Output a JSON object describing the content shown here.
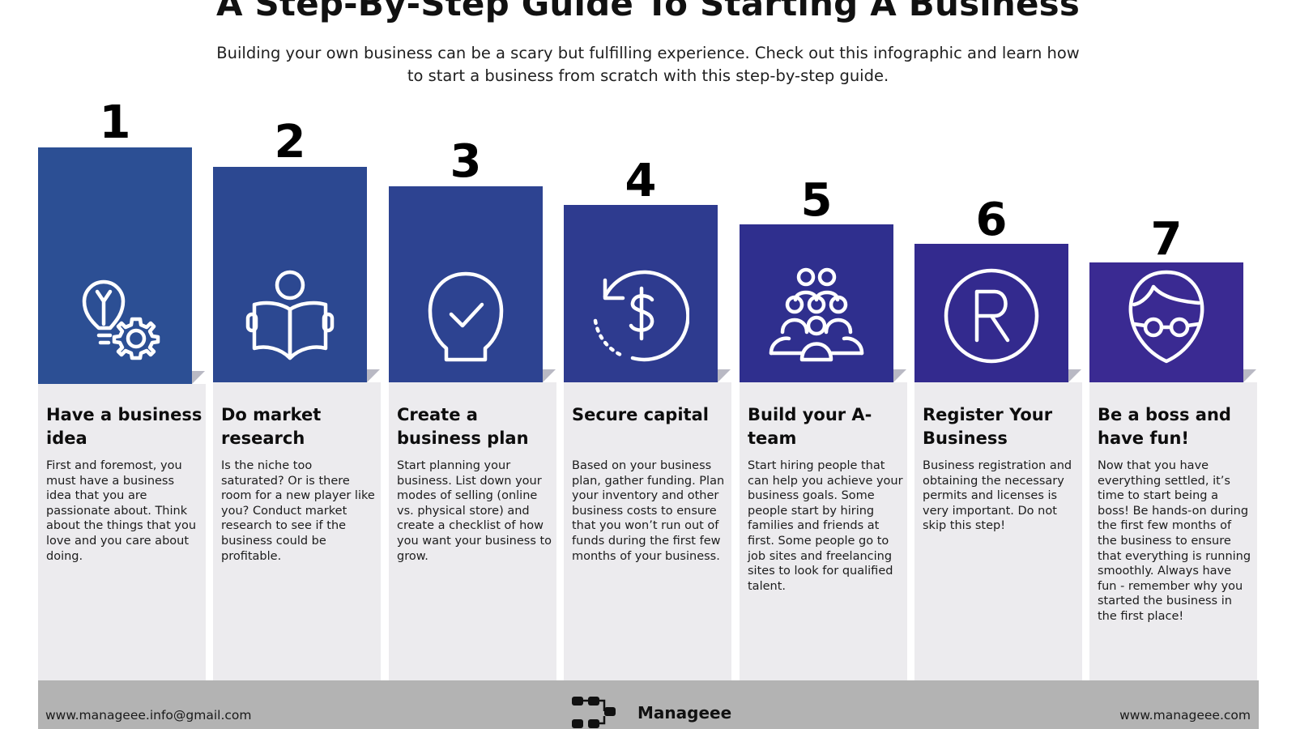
{
  "title": "A Step-By-Step Guide To Starting A Business",
  "subtitle": "Building your own business can be a scary but fulfilling experience. Check out this infographic and learn how to start a business from scratch with this step-by-step guide.",
  "steps": [
    {
      "number": "1",
      "heading": "Have a business idea",
      "description": "First and foremost, you must have a business idea that you are passionate about. Think about the things that you love and you care about doing.",
      "icon": "lightbulb-gear-icon",
      "color": "#2c4f94"
    },
    {
      "number": "2",
      "heading": "Do market research",
      "description": "Is the niche too saturated? Or is there room for a new player like you? Conduct market research to see if the business could be profitable.",
      "icon": "person-reading-icon",
      "color": "#2c4891"
    },
    {
      "number": "3",
      "heading": "Create a business plan",
      "description": "Start planning your business. List down your modes of selling (online vs. physical store) and create a checklist of how you want your business to grow.",
      "icon": "head-checkmark-icon",
      "color": "#2d4391"
    },
    {
      "number": "4",
      "heading": "Secure capital",
      "description": "Based on your business plan, gather funding. Plan your inventory and other business costs to ensure that you won’t run out of funds during the first few months of your business.",
      "icon": "dollar-refresh-icon",
      "color": "#2e3b8f"
    },
    {
      "number": "5",
      "heading": "Build your A-team",
      "description": "Start hiring people that can help you achieve your business goals. Some people start by hiring families and friends at first. Some people go to job sites and freelancing sites to look for qualified talent.",
      "icon": "team-group-icon",
      "color": "#2f2f8e"
    },
    {
      "number": "6",
      "heading": "Register Your Business",
      "description": "Business registration and obtaining the necessary permits and licenses is very important. Do not skip this step!",
      "icon": "registered-mark-icon",
      "color": "#332a8e"
    },
    {
      "number": "7",
      "heading": "Be a boss and have fun!",
      "description": "Now that you have everything settled, it’s time to start being a boss! Be hands-on during the first few months of the business to ensure that everything is running smoothly. Always have fun - remember why you started the business in the first place!",
      "icon": "boss-glasses-icon",
      "color": "#3a2a92"
    }
  ],
  "footer": {
    "email": "www.manageee.info@gmail.com",
    "brand": "Manageee",
    "website": "www.manageee.com",
    "logo_icon": "manageee-logo-icon"
  }
}
